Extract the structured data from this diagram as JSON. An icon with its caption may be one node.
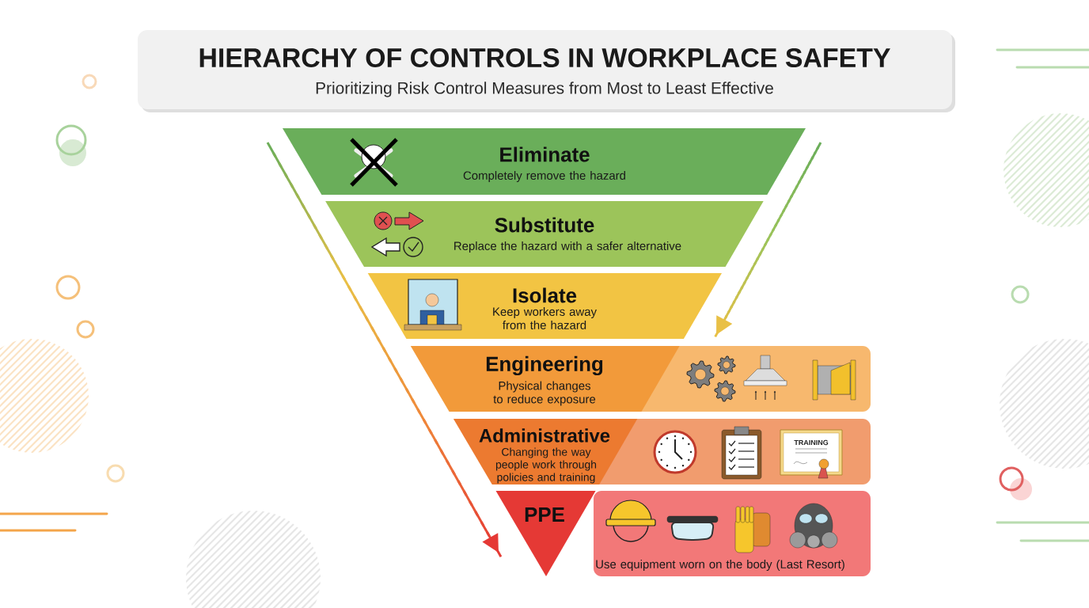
{
  "diagram": {
    "title": "HIERARCHY OF CONTROLS IN WORKPLACE SAFETY",
    "nodes": [
      {
        "text": [
          "Eliminate",
          "Completely remove the hazard"
        ]
      },
      {
        "text": [
          "Substitute",
          "Replace the hazard with a safer alternative"
        ]
      },
      {
        "text": [
          "Isolate",
          "Keep workers away from the hazard"
        ]
      },
      {
        "text": [
          "Engineering",
          "Physical changes to reduce exposure"
        ]
      },
      {
        "text": [
          "Administrative",
          "Changing the way people work through policies and training"
        ]
      },
      {
        "text": [
          "PPE",
          "Use equipment worn on the body (Last Resort)"
        ]
      }
    ],
    "labels": [
      "Prioritizing Risk Control Measures from Most to Least Effective",
      "TRAINING"
    ]
  }
}
